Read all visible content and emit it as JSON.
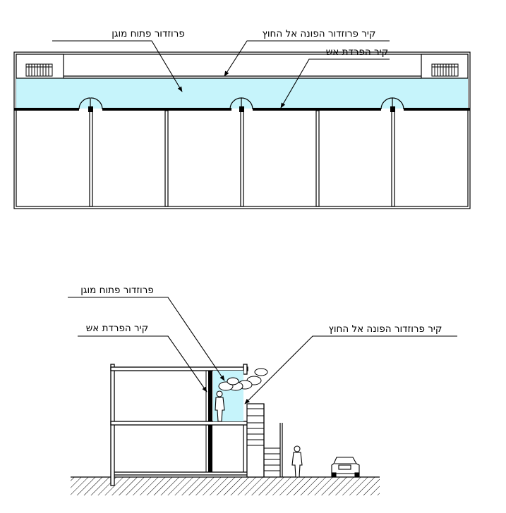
{
  "plan": {
    "label_open_corridor": "פרוזדור פתוח מוגן",
    "label_outer_wall": "קיר פרוזדור הפונה אל החוץ",
    "label_fire_wall": "קיר הפרדת אש"
  },
  "section": {
    "label_open_corridor": "פרוזדור פתוח מוגן",
    "label_fire_wall": "קיר הפרדת אש",
    "label_outer_wall": "קיר פרוזדור הפונה אל החוץ"
  },
  "colors": {
    "corridor_fill": "#c6f4fb",
    "line": "#000000",
    "background": "#ffffff"
  }
}
